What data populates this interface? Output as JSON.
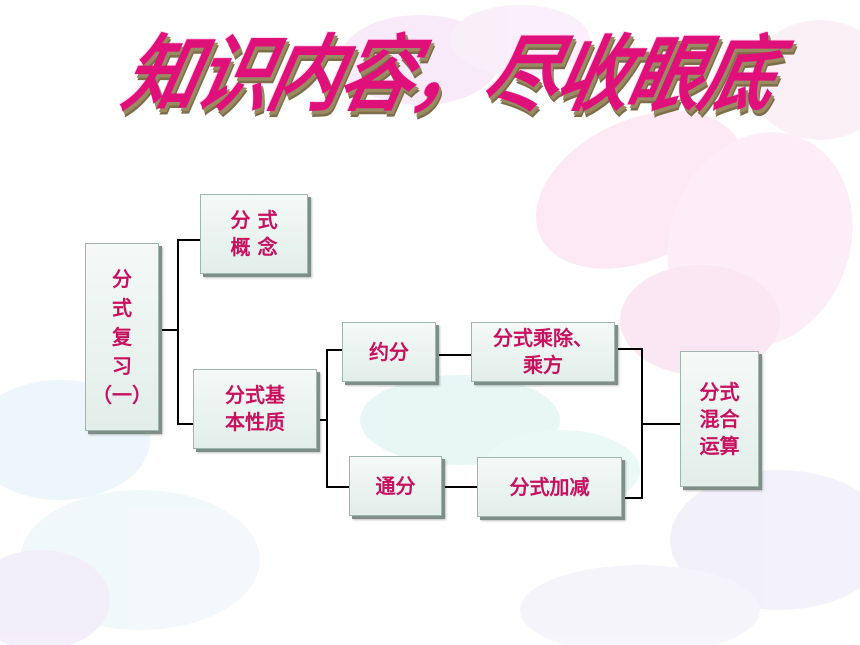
{
  "title": "知识内容，尽收眼底",
  "nodes": {
    "review": "分\n式\n复\n习\n（一）",
    "concept": "分 式\n概 念",
    "property": "分式基\n本性质",
    "reduce": "约分",
    "muldiv": "分式乘除、\n乘方",
    "common": "通分",
    "addsub": "分式加减",
    "mixed": "分式\n混合\n运算"
  },
  "colors": {
    "node_text": "#c8115e",
    "title": "#e0107a",
    "connector": "#000000"
  }
}
